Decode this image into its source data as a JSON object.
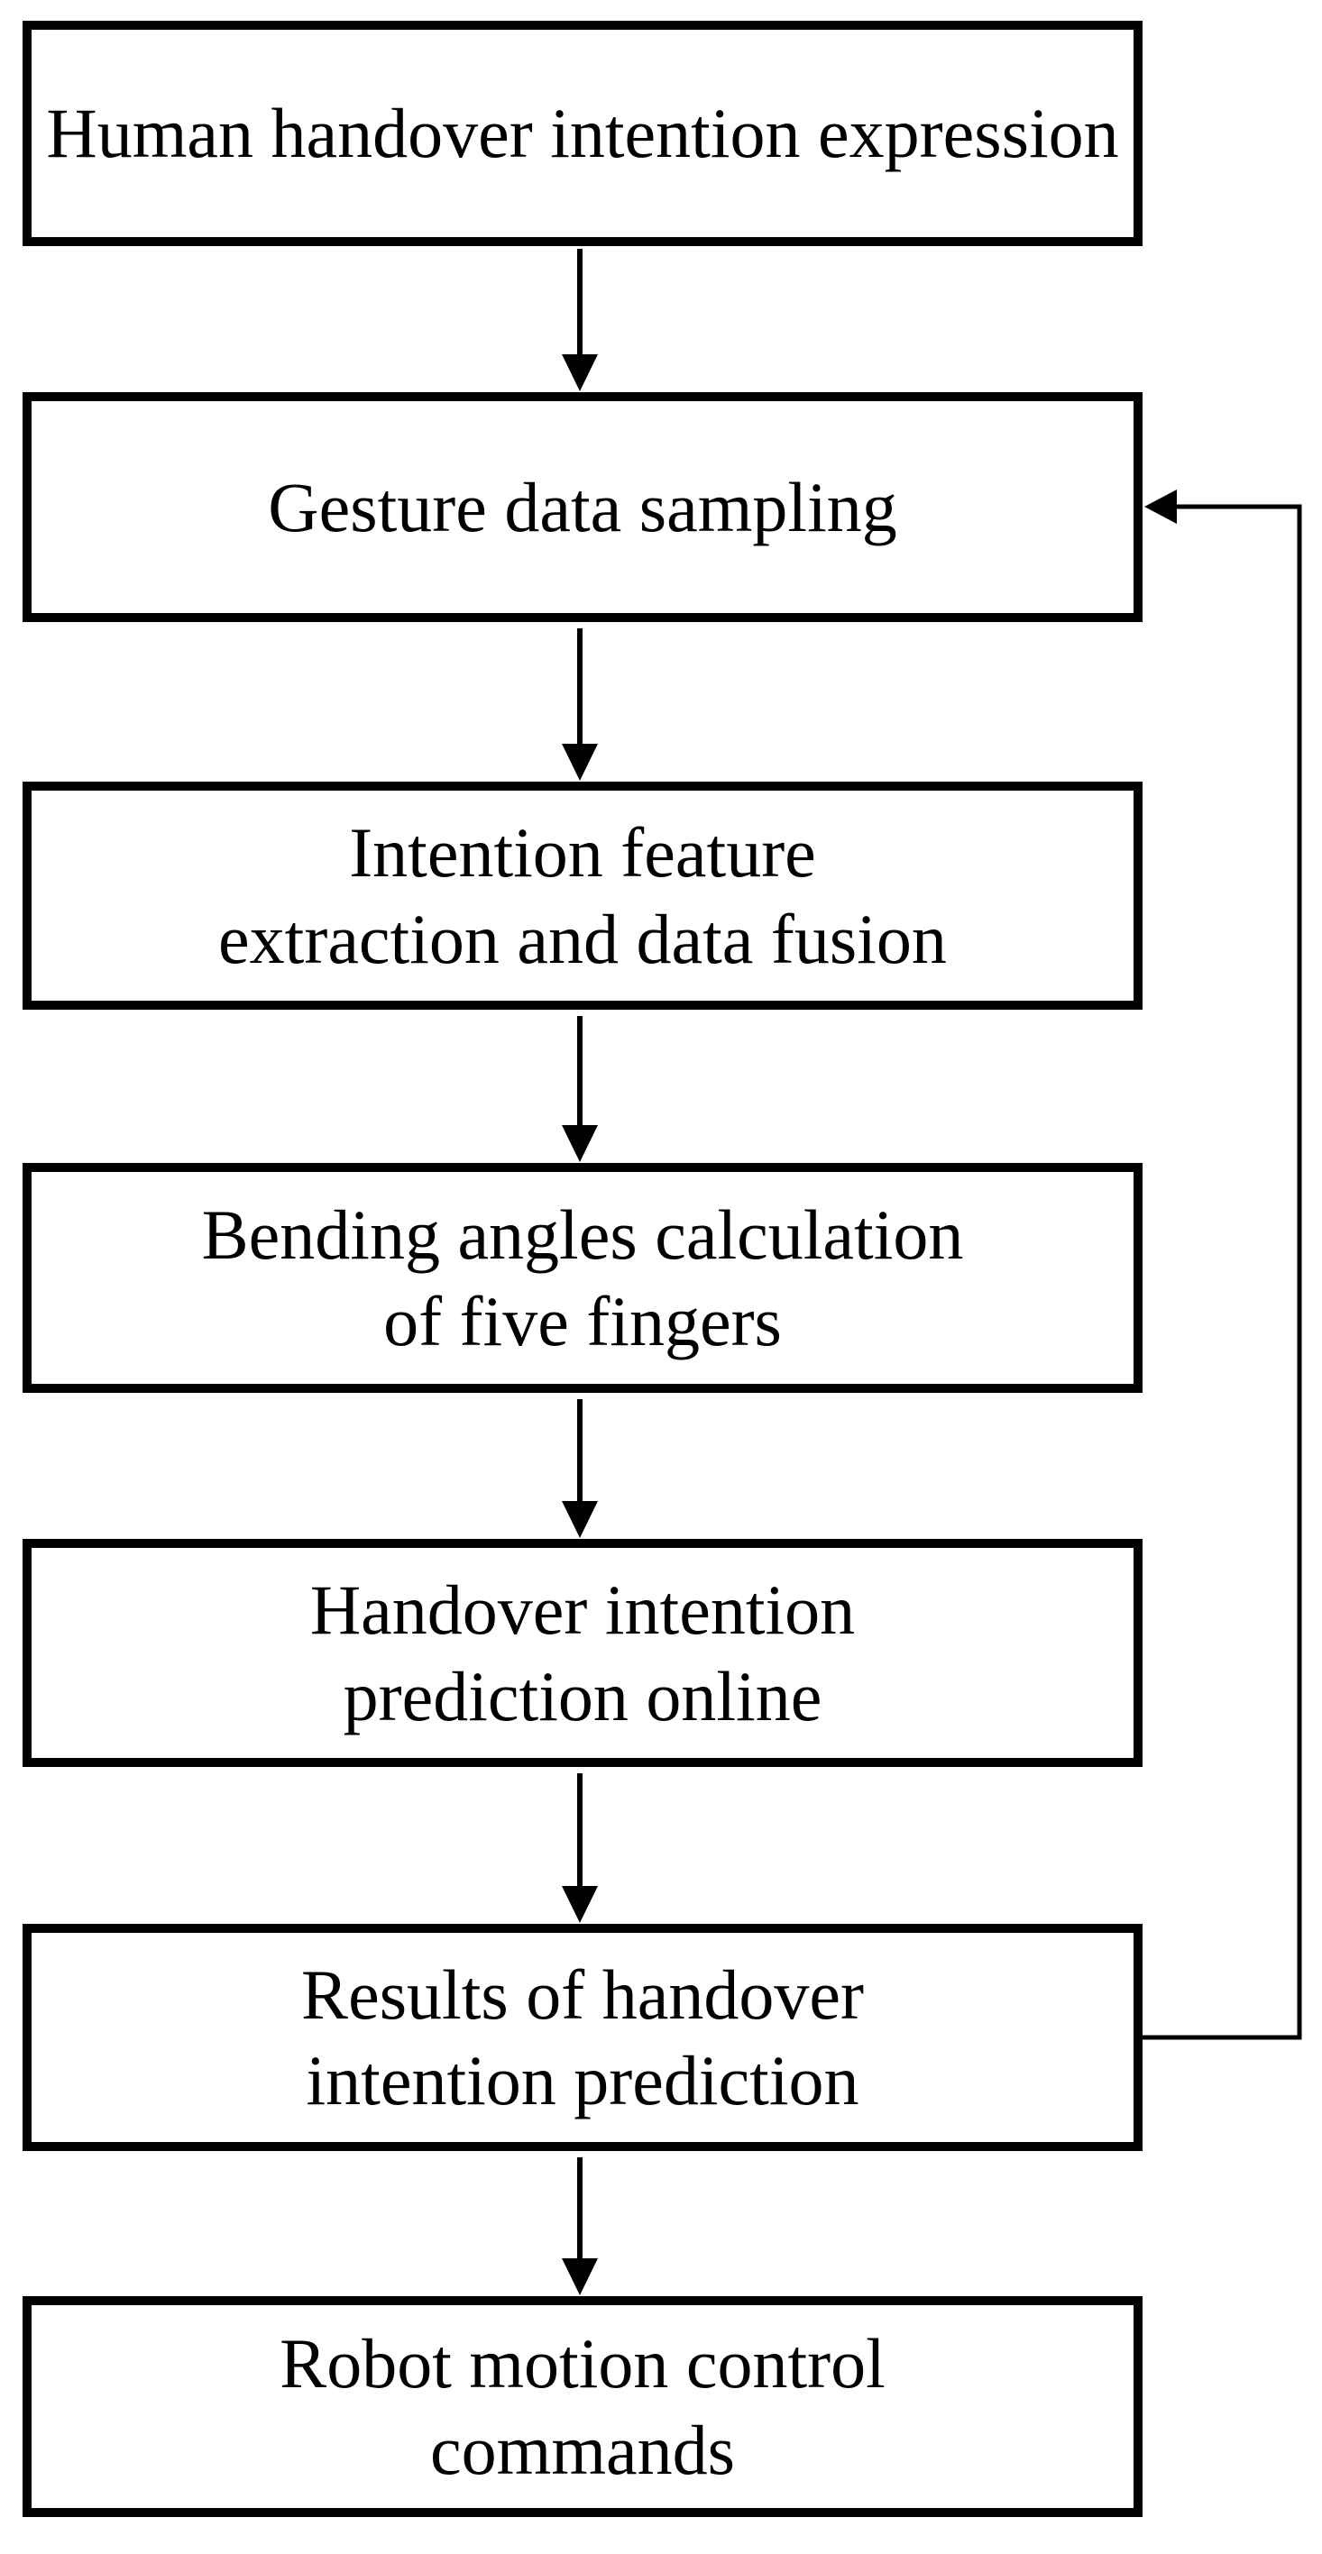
{
  "colors": {
    "ink": "#000000",
    "background": "#ffffff"
  },
  "diagram": {
    "type": "flowchart",
    "direction": "top-down",
    "boxes": [
      {
        "id": "human-handover-intention-expression",
        "lines": [
          "Human handover intention expression"
        ]
      },
      {
        "id": "gesture-data-sampling",
        "lines": [
          "Gesture data sampling"
        ]
      },
      {
        "id": "intention-feature-extraction",
        "lines": [
          "Intention feature",
          "extraction and data fusion"
        ]
      },
      {
        "id": "bending-angles-calculation",
        "lines": [
          "Bending angles calculation",
          "of five fingers"
        ]
      },
      {
        "id": "handover-intention-prediction-online",
        "lines": [
          "Handover intention",
          "prediction online"
        ]
      },
      {
        "id": "results-of-handover-prediction",
        "lines": [
          "Results of handover",
          "intention prediction"
        ]
      },
      {
        "id": "robot-motion-control-commands",
        "lines": [
          "Robot motion control",
          "commands"
        ]
      }
    ],
    "edges": [
      {
        "from": "human-handover-intention-expression",
        "to": "gesture-data-sampling",
        "style": "straight-down-arrow"
      },
      {
        "from": "gesture-data-sampling",
        "to": "intention-feature-extraction",
        "style": "straight-down-arrow"
      },
      {
        "from": "intention-feature-extraction",
        "to": "bending-angles-calculation",
        "style": "straight-down-arrow"
      },
      {
        "from": "bending-angles-calculation",
        "to": "handover-intention-prediction-online",
        "style": "straight-down-arrow"
      },
      {
        "from": "handover-intention-prediction-online",
        "to": "results-of-handover-prediction",
        "style": "straight-down-arrow"
      },
      {
        "from": "results-of-handover-prediction",
        "to": "robot-motion-control-commands",
        "style": "straight-down-arrow"
      },
      {
        "from": "results-of-handover-prediction",
        "to": "gesture-data-sampling",
        "style": "right-side-feedback-loop-arrow"
      }
    ]
  }
}
